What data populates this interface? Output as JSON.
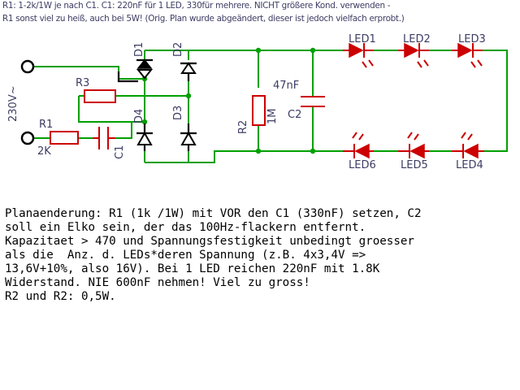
{
  "header": {
    "line1": "R1: 1-2k/1W je nach C1. C1: 220nF für 1 LED, 330für mehrere. NICHT größere Kond. verwenden -",
    "line2": "R1 sonst viel zu heiß, auch bei 5W! (Orig. Plan wurde abgeändert, dieser ist jedoch vielfach erprobt.)"
  },
  "labels": {
    "supply": "230V~",
    "r1": "R1",
    "r1_value": "2K",
    "r2": "R2",
    "r2_value": "1M",
    "r3": "R3",
    "c1": "C1",
    "c2": "C2",
    "c2_value": "47nF",
    "d1": "D1",
    "d2": "D2",
    "d3": "D3",
    "d4": "D4",
    "led1": "LED1",
    "led2": "LED2",
    "led3": "LED3",
    "led4": "LED4",
    "led5": "LED5",
    "led6": "LED6"
  },
  "note": {
    "lines": [
      "Planaenderung: R1 (1k /1W) mit VOR den C1 (330nF) setzen, C2",
      "soll ein Elko sein, der das 100Hz-flackern entfernt.",
      "Kapazitaet > 470 und Spannungsfestigkeit unbedingt groesser",
      "als die  Anz. d. LEDs*deren Spannung (z.B. 4x3,4V =>",
      "13,6V+10%, also 16V). Bei 1 LED reichen 220nF mit 1.8K",
      "Widerstand. NIE 600nF nehmen! Viel zu gross!",
      "R2 und R2: 0,5W."
    ]
  },
  "colors": {
    "wire": "#00a000",
    "component": "#cc0000",
    "label": "#3c3c64"
  }
}
